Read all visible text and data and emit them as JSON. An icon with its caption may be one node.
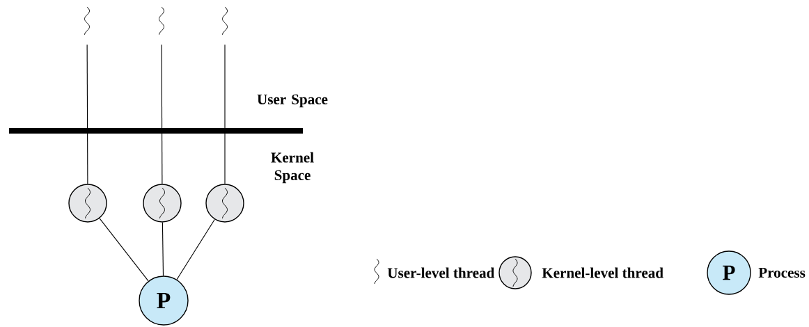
{
  "diagram": {
    "nodes": [
      {
        "text": [],
        "shape": "squiggle"
      },
      {
        "text": [],
        "shape": "squiggle"
      },
      {
        "text": [],
        "shape": "squiggle"
      },
      {
        "text": [],
        "shape": "circle"
      },
      {
        "text": [],
        "shape": "circle"
      },
      {
        "text": [],
        "shape": "circle"
      },
      {
        "text": [
          "P"
        ]
      }
    ],
    "edges": [
      {
        "from": 0,
        "to": 3,
        "arrow": "none"
      },
      {
        "from": 1,
        "to": 4,
        "arrow": "none"
      },
      {
        "from": 2,
        "to": 5,
        "arrow": "none"
      },
      {
        "from": 3,
        "to": 6,
        "arrow": "none"
      },
      {
        "from": 4,
        "to": 6,
        "arrow": "none"
      },
      {
        "from": 5,
        "to": 6,
        "arrow": "none"
      }
    ],
    "labels": [
      "User Space",
      "Kernel Space",
      "P"
    ],
    "legend": [
      {
        "text": "User-level thread"
      },
      {
        "text": "Kernel-level thread"
      },
      {
        "text": "Process"
      }
    ]
  }
}
